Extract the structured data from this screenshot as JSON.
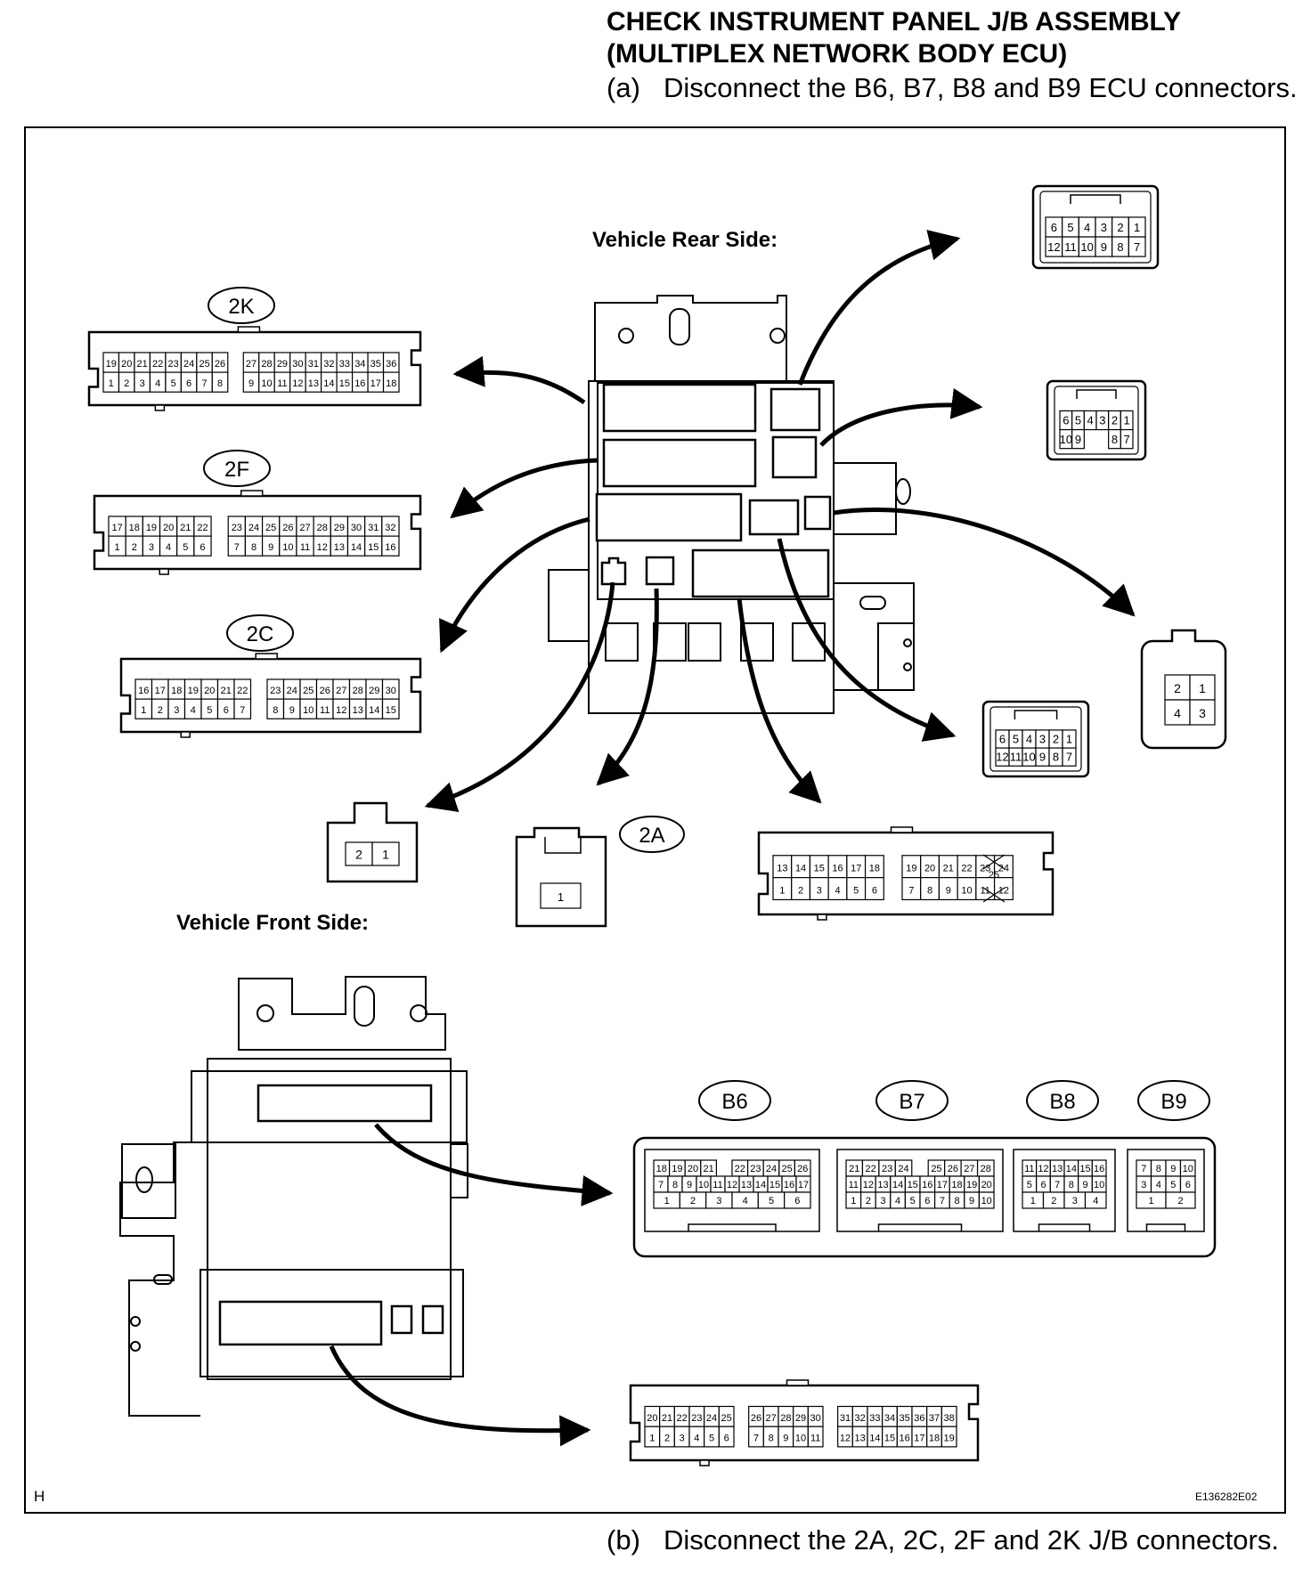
{
  "header": {
    "title_line1": "CHECK INSTRUMENT PANEL J/B ASSEMBLY",
    "title_line2": "(MULTIPLEX NETWORK BODY ECU)",
    "step_a_label": "(a)",
    "step_a_text": "Disconnect the B6, B7, B8 and B9 ECU connectors."
  },
  "diagram": {
    "rear_caption": "Vehicle Rear Side:",
    "front_caption": "Vehicle Front Side:",
    "corner_letter": "H",
    "figure_code": "E136282E02",
    "tags": {
      "c2K": "2K",
      "c2F": "2F",
      "c2C": "2C",
      "c2A": "2A",
      "B6": "B6",
      "B7": "B7",
      "B8": "B8",
      "B9": "B9"
    },
    "connectors": {
      "c2K": {
        "top": [
          "19",
          "20",
          "21",
          "22",
          "23",
          "24",
          "25",
          "26",
          "",
          "27",
          "28",
          "29",
          "30",
          "31",
          "32",
          "33",
          "34",
          "35",
          "36"
        ],
        "bot": [
          "1",
          "2",
          "3",
          "4",
          "5",
          "6",
          "7",
          "8",
          "",
          "9",
          "10",
          "11",
          "12",
          "13",
          "14",
          "15",
          "16",
          "17",
          "18"
        ]
      },
      "c2F": {
        "top": [
          "17",
          "18",
          "19",
          "20",
          "21",
          "22",
          "",
          "23",
          "24",
          "25",
          "26",
          "27",
          "28",
          "29",
          "30",
          "31",
          "32"
        ],
        "bot": [
          "1",
          "2",
          "3",
          "4",
          "5",
          "6",
          "",
          "7",
          "8",
          "9",
          "10",
          "11",
          "12",
          "13",
          "14",
          "15",
          "16"
        ]
      },
      "c2C": {
        "top": [
          "16",
          "17",
          "18",
          "19",
          "20",
          "21",
          "22",
          "",
          "23",
          "24",
          "25",
          "26",
          "27",
          "28",
          "29",
          "30"
        ],
        "bot": [
          "1",
          "2",
          "3",
          "4",
          "5",
          "6",
          "7",
          "",
          "8",
          "9",
          "10",
          "11",
          "12",
          "13",
          "14",
          "15"
        ]
      },
      "c2mid": {
        "top": [
          "13",
          "14",
          "15",
          "16",
          "17",
          "18",
          "",
          "19",
          "20",
          "21",
          "22",
          "23",
          "24",
          ""
        ],
        "bot": [
          "1",
          "2",
          "3",
          "4",
          "5",
          "6",
          "",
          "7",
          "8",
          "9",
          "10",
          "11",
          "12",
          ""
        ],
        "side": "25"
      },
      "cbottom": {
        "top": [
          "20",
          "21",
          "22",
          "23",
          "24",
          "25",
          "",
          "26",
          "27",
          "28",
          "29",
          "30",
          "",
          "31",
          "32",
          "33",
          "34",
          "35",
          "36",
          "37",
          "38"
        ],
        "bot": [
          "1",
          "2",
          "3",
          "4",
          "5",
          "6",
          "",
          "7",
          "8",
          "9",
          "10",
          "11",
          "",
          "12",
          "13",
          "14",
          "15",
          "16",
          "17",
          "18",
          "19"
        ]
      },
      "r12a": {
        "top": [
          "6",
          "5",
          "4",
          "3",
          "2",
          "1"
        ],
        "bot": [
          "12",
          "11",
          "10",
          "9",
          "8",
          "7"
        ]
      },
      "r10": {
        "top": [
          "6",
          "5",
          "4",
          "3",
          "2",
          "1"
        ],
        "bot": [
          "10",
          "9",
          "",
          "",
          "8",
          "7"
        ]
      },
      "r12b": {
        "top": [
          "6",
          "5",
          "4",
          "3",
          "2",
          "1"
        ],
        "bot": [
          "12",
          "11",
          "10",
          "9",
          "8",
          "7"
        ]
      },
      "r4": {
        "top": [
          "2",
          "1"
        ],
        "bot": [
          "4",
          "3"
        ]
      },
      "c2pin": {
        "top": [
          "2",
          "1"
        ]
      },
      "c1pin": {
        "top": [
          "1"
        ]
      },
      "B6": {
        "r1": [
          "18",
          "19",
          "20",
          "21",
          "",
          "22",
          "23",
          "24",
          "25",
          "26"
        ],
        "r2": [
          "7",
          "8",
          "9",
          "10",
          "11",
          "12",
          "13",
          "14",
          "15",
          "16",
          "17"
        ],
        "r3": [
          "1",
          "2",
          "3",
          "4",
          "5",
          "6"
        ]
      },
      "B7": {
        "r1": [
          "21",
          "22",
          "23",
          "24",
          "",
          "25",
          "26",
          "27",
          "28"
        ],
        "r2": [
          "11",
          "12",
          "13",
          "14",
          "15",
          "16",
          "17",
          "18",
          "19",
          "20"
        ],
        "r3": [
          "1",
          "2",
          "3",
          "4",
          "5",
          "6",
          "7",
          "8",
          "9",
          "10"
        ]
      },
      "B8": {
        "r1": [
          "11",
          "12",
          "13",
          "14",
          "15",
          "16"
        ],
        "r2": [
          "5",
          "6",
          "7",
          "8",
          "9",
          "10"
        ],
        "r3": [
          "1",
          "2",
          "3",
          "4"
        ]
      },
      "B9": {
        "r1": [
          "7",
          "8",
          "9",
          "10"
        ],
        "r2": [
          "3",
          "4",
          "5",
          "6"
        ],
        "r3": [
          "1",
          "2"
        ]
      }
    }
  },
  "footer": {
    "step_b_label": "(b)",
    "step_b_text": "Disconnect the 2A, 2C, 2F and 2K J/B connectors."
  }
}
